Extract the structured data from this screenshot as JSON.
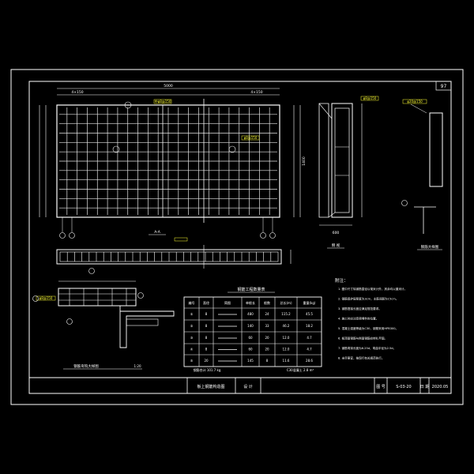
{
  "colors": {
    "background": "#000000",
    "line": "#ffffff",
    "accent": "#ffff33",
    "dim": "#cccccc"
  },
  "sheet": {
    "page_tag": "97",
    "drawing_title": "板上钢筋构造图",
    "design_label": "设 计",
    "fig_no_label": "图 号",
    "fig_no": "S-03-20",
    "date_label": "日 期",
    "date": "2020.05"
  },
  "main_view": {
    "dim_total": "5000",
    "dim_left": "4×150",
    "dim_right": "4×150",
    "dim_height": "1400",
    "bar_tag": "中φ8@150",
    "side_tag": "φ8@150",
    "section_mark": "A-A",
    "callouts": [
      "①",
      "②",
      "③",
      "④",
      "⑤",
      "⑥"
    ]
  },
  "section_view": {
    "title": "侧 视",
    "dim": "600",
    "tag": "φ8@150"
  },
  "bar_detail": {
    "title": "钢筋大样图",
    "tag": "φ20@150"
  },
  "hook_detail": {
    "title": "钢筋弯钩大样图",
    "scale": "1:20",
    "tag": "φ8@150"
  },
  "bar_table": {
    "title": "钢筋工程数量表",
    "headers": [
      "编号",
      "直径",
      "简图",
      "单根长",
      "根数",
      "总长(m)",
      "重量(kg)"
    ],
    "rows": [
      [
        "①",
        "8",
        "",
        "480",
        "24",
        "115.2",
        "45.5"
      ],
      [
        "②",
        "8",
        "",
        "140",
        "33",
        "46.2",
        "18.2"
      ],
      [
        "③",
        "8",
        "",
        "60",
        "20",
        "12.0",
        "4.7"
      ],
      [
        "④",
        "8",
        "",
        "60",
        "20",
        "12.0",
        "4.7"
      ],
      [
        "⑤",
        "20",
        "",
        "145",
        "8",
        "11.6",
        "28.6"
      ]
    ],
    "footer": [
      "钢筋合计 101.7 kg",
      "C30混凝土 2.8 m³"
    ]
  },
  "notes": {
    "title": "附注：",
    "lines": [
      "1. 图中尺寸除钢筋直径以毫米计外，其余均以厘米计。",
      "2. 钢筋保护层厚度为3cm，主筋间距为15cm。",
      "3. 钢筋搭接长度应满足规范要求。",
      "4. 施工时应注意预埋件的位置。",
      "5. 混凝土强度等级为C30，钢筋采用HPB300。",
      "6. 板顶面钢筋与侧面钢筋应绑扎牢固。",
      "7. 钢筋弯钩长度为6.25d，弯曲半径为2.5d。",
      "8. 未尽事宜，按现行有关规范执行。"
    ]
  }
}
